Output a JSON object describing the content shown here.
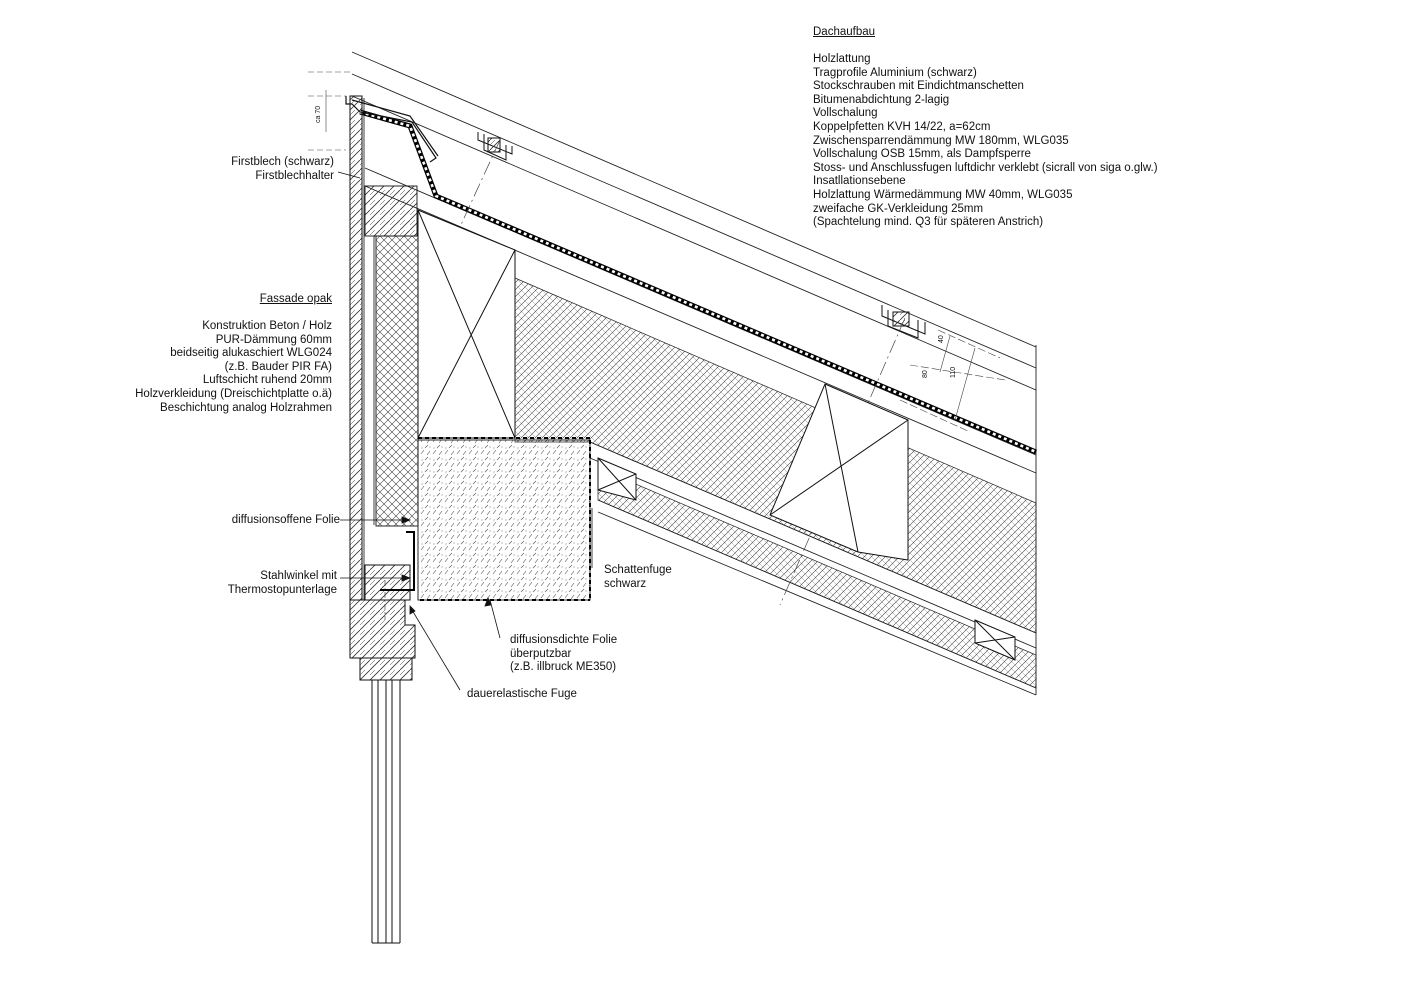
{
  "dachaufbau": {
    "title": "Dachaufbau",
    "lines": [
      "Holzlattung",
      "Tragprofile Aluminium (schwarz)",
      "Stockschrauben mit Eindichtmanschetten",
      "Bitumenabdichtung 2-lagig",
      "Vollschalung",
      "Koppelpfetten KVH 14/22, a=62cm",
      "Zwischensparrendämmung  MW 180mm, WLG035",
      "Vollschalung OSB 15mm, als Dampfsperre",
      "Stoss- und Anschlussfugen luftdichr verklebt (sicrall von siga o.glw.)",
      "Insatllationsebene",
      "Holzlattung Wärmedämmung  MW 40mm, WLG035",
      "zweifache GK-Verkleidung 25mm",
      "(Spachtelung mind. Q3 für späteren Anstrich)"
    ]
  },
  "firstblech": {
    "line1": "Firstblech (schwarz)",
    "line2": "Firstblechhalter"
  },
  "fassade": {
    "title": "Fassade opak",
    "lines": [
      "Konstruktion Beton / Holz",
      "PUR-Dämmung 60mm",
      "beidseitig alukaschiert WLG024",
      "(z.B. Bauder PIR FA)",
      "Luftschicht ruhend 20mm",
      "Holzverkleidung (Dreischichtplatte o.ä)",
      "Beschichtung analog Holzrahmen"
    ]
  },
  "labels": {
    "folie_offen": "diffusionsoffene Folie",
    "stahlwinkel_1": "Stahlwinkel mit",
    "stahlwinkel_2": "Thermostopunterlage",
    "schattenfuge_1": "Schattenfuge",
    "schattenfuge_2": "schwarz",
    "folie_dicht_1": "diffusionsdichte Folie",
    "folie_dicht_2": "überputzbar",
    "folie_dicht_3": "(z.B. illbruck ME350)",
    "fuge": "dauerelastische Fuge"
  },
  "dimensions": {
    "ca70": "ca 70",
    "d40": "40",
    "d80": "80",
    "d110": "110"
  }
}
